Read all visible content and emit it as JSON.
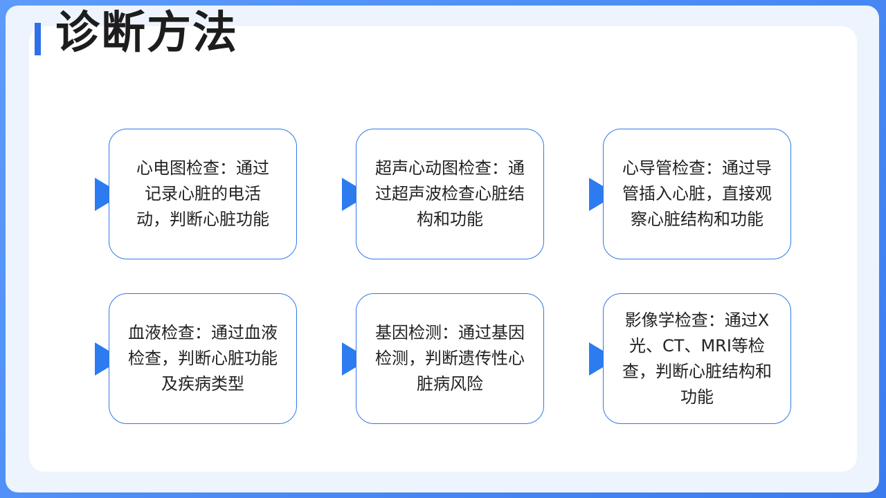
{
  "title": "诊断方法",
  "colors": {
    "accent": "#2f6fe8",
    "border": "#2f77ea",
    "arrow": "#2c7bf0",
    "frame": "#4a8bf5",
    "background": "#eef4fd"
  },
  "items": [
    {
      "text": "心电图检查：通过记录心脏的电活动，判断心脏功能",
      "icon": "triangle-arrow-icon"
    },
    {
      "text": "超声心动图检查：通过超声波检查心脏结构和功能",
      "icon": "triangle-arrow-icon"
    },
    {
      "text": "心导管检查：通过导管插入心脏，直接观察心脏结构和功能",
      "icon": "triangle-arrow-icon"
    },
    {
      "text": "血液检查：通过血液检查，判断心脏功能及疾病类型",
      "icon": "triangle-arrow-icon"
    },
    {
      "text": "基因检测：通过基因检测，判断遗传性心脏病风险",
      "icon": "triangle-arrow-icon"
    },
    {
      "text": "影像学检查：通过X光、CT、MRI等检查，判断心脏结构和功能",
      "icon": "triangle-arrow-icon"
    }
  ]
}
